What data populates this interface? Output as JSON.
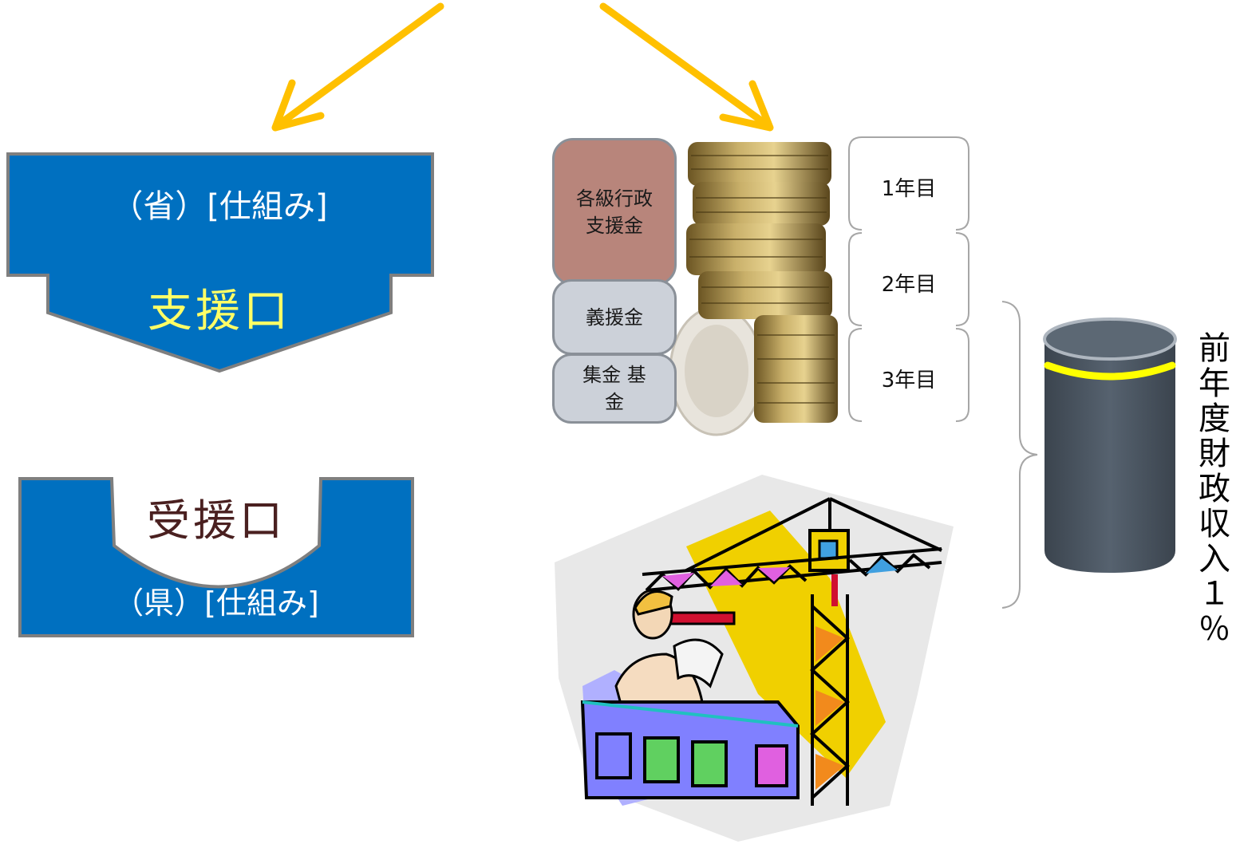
{
  "sending": {
    "title": "（省）[仕組み]",
    "label": "支援口"
  },
  "receiving": {
    "label": "受援口",
    "subtitle": "（県）[仕組み]"
  },
  "funds": {
    "admin": "各級行政\n支援金",
    "donation": "義援金",
    "collection": "集金 基\n金"
  },
  "years": [
    "1年目",
    "2年目",
    "3年目"
  ],
  "budget_note": "前年度財政収入１％",
  "colors": {
    "arrow": "#ffc000",
    "shape_blue": "#0070c0",
    "shape_border": "#7f7f7f",
    "send_label": "#ffff66",
    "recv_label": "#4a2020",
    "fund_admin": "#b8857b",
    "fund_grey": "#ccd1d9",
    "cylinder": "#4a5561",
    "cylinder_band": "#ffff00"
  }
}
